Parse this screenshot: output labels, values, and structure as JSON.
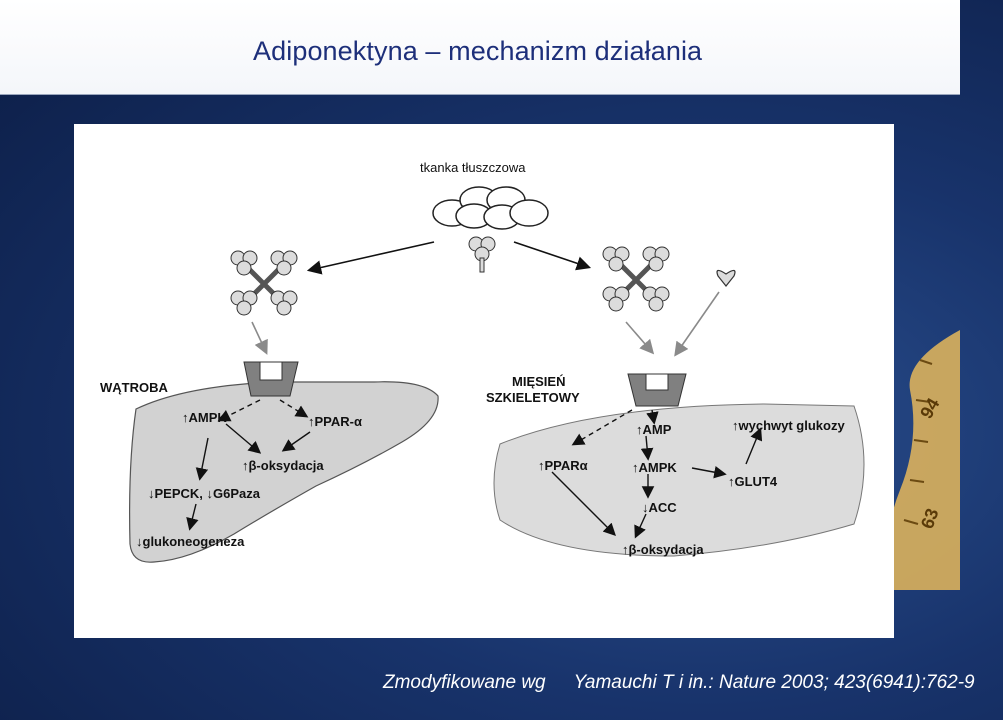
{
  "slide": {
    "title": "Adiponektyna – mechanizm działania",
    "caption_left": "Zmodyfikowane wg",
    "caption_right": "Yamauchi T i in.: Nature 2003; 423(6941):762-9"
  },
  "diagram": {
    "adipose_label": "tkanka tłuszczowa",
    "liver": {
      "title": "WĄTROBA",
      "ampk": "↑AMPK",
      "ppar": "↑PPAR-α",
      "beta": "↑β-oksydacja",
      "pepck": "↓PEPCK, ↓G6Paza",
      "gluco": "↓glukoneogeneza"
    },
    "muscle": {
      "title_1": "MIĘSIEŃ",
      "title_2": "SZKIELETOWY",
      "amp": "↑AMP",
      "uptake": "↑wychwyt glukozy",
      "ppar": "↑PPARα",
      "ampk": "↑AMPK",
      "glut4": "↑GLUT4",
      "acc": "↓ACC",
      "beta": "↑β-oksydacja"
    }
  },
  "colors": {
    "title_text": "#1d2f7a",
    "background": "#18336b",
    "shape_fill": "#cfcfcf",
    "receptor_fill": "#808080"
  }
}
